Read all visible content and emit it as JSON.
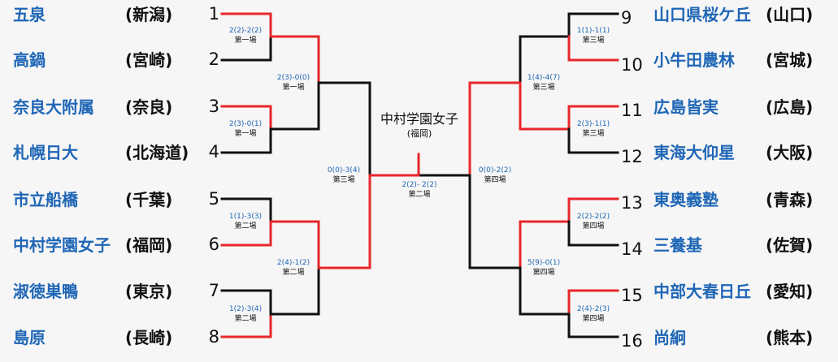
{
  "colors": {
    "winner": "#e8272b",
    "loser": "#111111",
    "team_name": "#1f66b6"
  },
  "champion": {
    "name": "中村学園女子",
    "pref": "(福岡)"
  },
  "left_teams": [
    {
      "seed": "1",
      "name": "五泉",
      "pref": "(新潟)"
    },
    {
      "seed": "2",
      "name": "高鍋",
      "pref": "(宮崎)"
    },
    {
      "seed": "3",
      "name": "奈良大附属",
      "pref": "(奈良)"
    },
    {
      "seed": "4",
      "name": "札幌日大",
      "pref": "(北海道)"
    },
    {
      "seed": "5",
      "name": "市立船橋",
      "pref": "(千葉)"
    },
    {
      "seed": "6",
      "name": "中村学園女子",
      "pref": "(福岡)"
    },
    {
      "seed": "7",
      "name": "淑徳巣鴨",
      "pref": "(東京)"
    },
    {
      "seed": "8",
      "name": "島原",
      "pref": "(長崎)"
    }
  ],
  "right_teams": [
    {
      "seed": "9",
      "name": "山口県桜ケ丘",
      "pref": "(山口)"
    },
    {
      "seed": "10",
      "name": "小牛田農林",
      "pref": "(宮城)"
    },
    {
      "seed": "11",
      "name": "広島皆実",
      "pref": "(広島)"
    },
    {
      "seed": "12",
      "name": "東海大仰星",
      "pref": "(大阪)"
    },
    {
      "seed": "13",
      "name": "東奥義塾",
      "pref": "(青森)"
    },
    {
      "seed": "14",
      "name": "三養基",
      "pref": "(佐賀)"
    },
    {
      "seed": "15",
      "name": "中部大春日丘",
      "pref": "(愛知)"
    },
    {
      "seed": "16",
      "name": "尚絅",
      "pref": "(熊本)"
    }
  ],
  "matches": {
    "l1_1": {
      "score": "2(2)-2(2)",
      "venue": "第一場"
    },
    "l1_2": {
      "score": "2(3)-0(1)",
      "venue": "第一場"
    },
    "l1_3": {
      "score": "1(1)-3(3)",
      "venue": "第二場"
    },
    "l1_4": {
      "score": "1(2)-3(4)",
      "venue": "第二場"
    },
    "l2_1": {
      "score": "2(3)-0(0)",
      "venue": "第一場"
    },
    "l2_2": {
      "score": "2(4)-1(2)",
      "venue": "第二場"
    },
    "l3": {
      "score": "0(0)-3(4)",
      "venue": "第三場"
    },
    "final": {
      "score": "2(2)- 2(2)",
      "venue": "第二場"
    },
    "r3": {
      "score": "0(0)-2(2)",
      "venue": "第四場"
    },
    "r2_1": {
      "score": "1(4)-4(7)",
      "venue": "第三場"
    },
    "r2_2": {
      "score": "5(9)-0(1)",
      "venue": "第四場"
    },
    "r1_1": {
      "score": "1(1)-1(1)",
      "venue": "第三場"
    },
    "r1_2": {
      "score": "2(3)-1(1)",
      "venue": "第三場"
    },
    "r1_3": {
      "score": "2(2)-2(2)",
      "venue": "第四場"
    },
    "r1_4": {
      "score": "2(4)-2(3)",
      "venue": "第四場"
    }
  }
}
